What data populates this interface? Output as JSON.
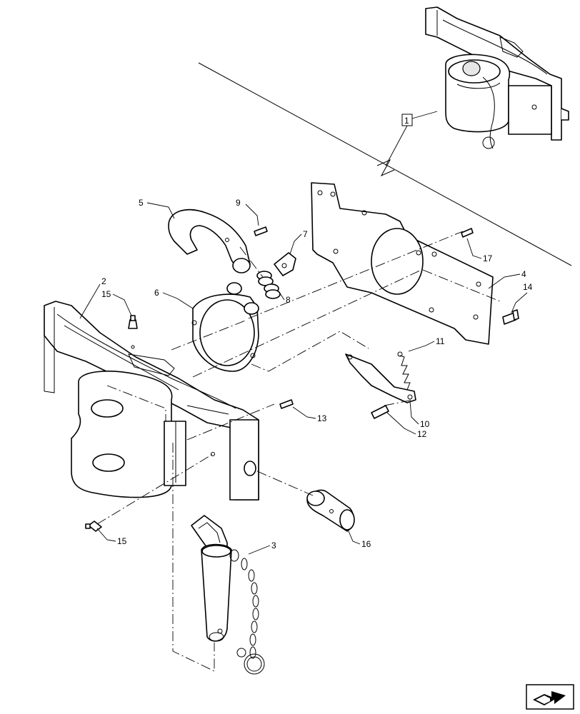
{
  "diagram": {
    "callouts": {
      "c1": "1",
      "c2": "2",
      "c3": "3",
      "c4": "4",
      "c5": "5",
      "c6": "6",
      "c7": "7",
      "c8": "8",
      "c9": "9",
      "c10": "10",
      "c11": "11",
      "c12": "12",
      "c13": "13",
      "c14": "14",
      "c15a": "15",
      "c15b": "15",
      "c16": "16",
      "c17": "17"
    }
  },
  "navigation": {
    "icon": "next-page-arrow-icon"
  }
}
